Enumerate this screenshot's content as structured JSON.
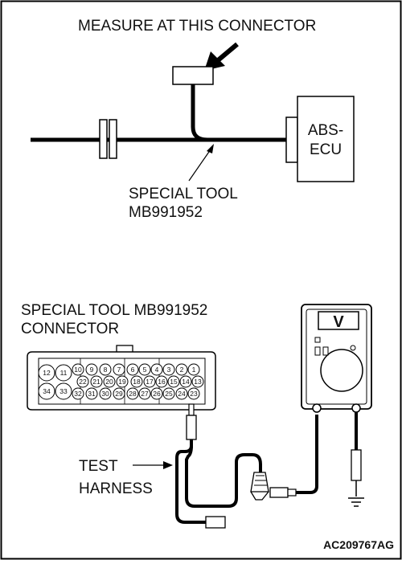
{
  "top": {
    "measure_label": "MEASURE AT THIS CONNECTOR",
    "ecu_line1": "ABS-",
    "ecu_line2": "ECU",
    "tool_line1": "SPECIAL TOOL",
    "tool_line2": "MB991952"
  },
  "bottom": {
    "connector_line1": "SPECIAL TOOL MB991952",
    "connector_line2": "CONNECTOR",
    "harness_line1": "TEST",
    "harness_line2": "HARNESS",
    "meter_symbol": "V",
    "pins_top": [
      "12",
      "11",
      "10",
      "9",
      "8",
      "7",
      "6",
      "5",
      "4",
      "3",
      "2",
      "1"
    ],
    "pins_mid": [
      "22",
      "21",
      "20",
      "19",
      "18",
      "17",
      "16",
      "15",
      "14",
      "13"
    ],
    "pins_bot": [
      "34",
      "33",
      "32",
      "31",
      "30",
      "29",
      "28",
      "27",
      "26",
      "25",
      "24",
      "23"
    ]
  },
  "figure_code": "AC209767AG"
}
